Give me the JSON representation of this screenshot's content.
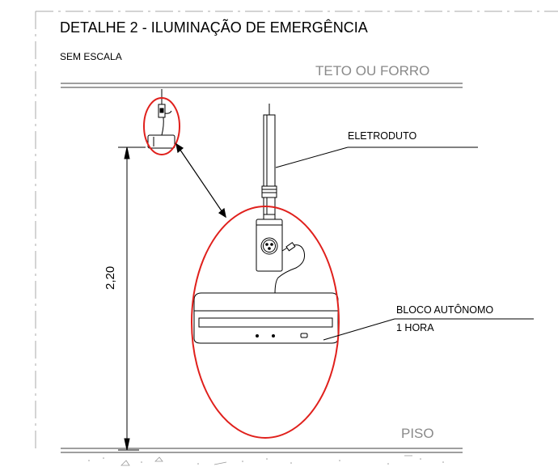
{
  "title": "DETALHE 2 - ILUMINAÇÃO DE EMERGÊNCIA",
  "scale_note": "SEM ESCALA",
  "ceiling_label": "TETO OU FORRO",
  "floor_label": "PISO",
  "conduit_label": "ELETRODUTO",
  "block_label_line1": "BLOCO AUTÔNOMO",
  "block_label_line2": "1 HORA",
  "height_dimension": "2,20",
  "colors": {
    "line": "#000000",
    "highlight": "#e0201c",
    "ceiling_floor_text": "#8a8a8a",
    "frame_dash": "#a8a8a8"
  }
}
